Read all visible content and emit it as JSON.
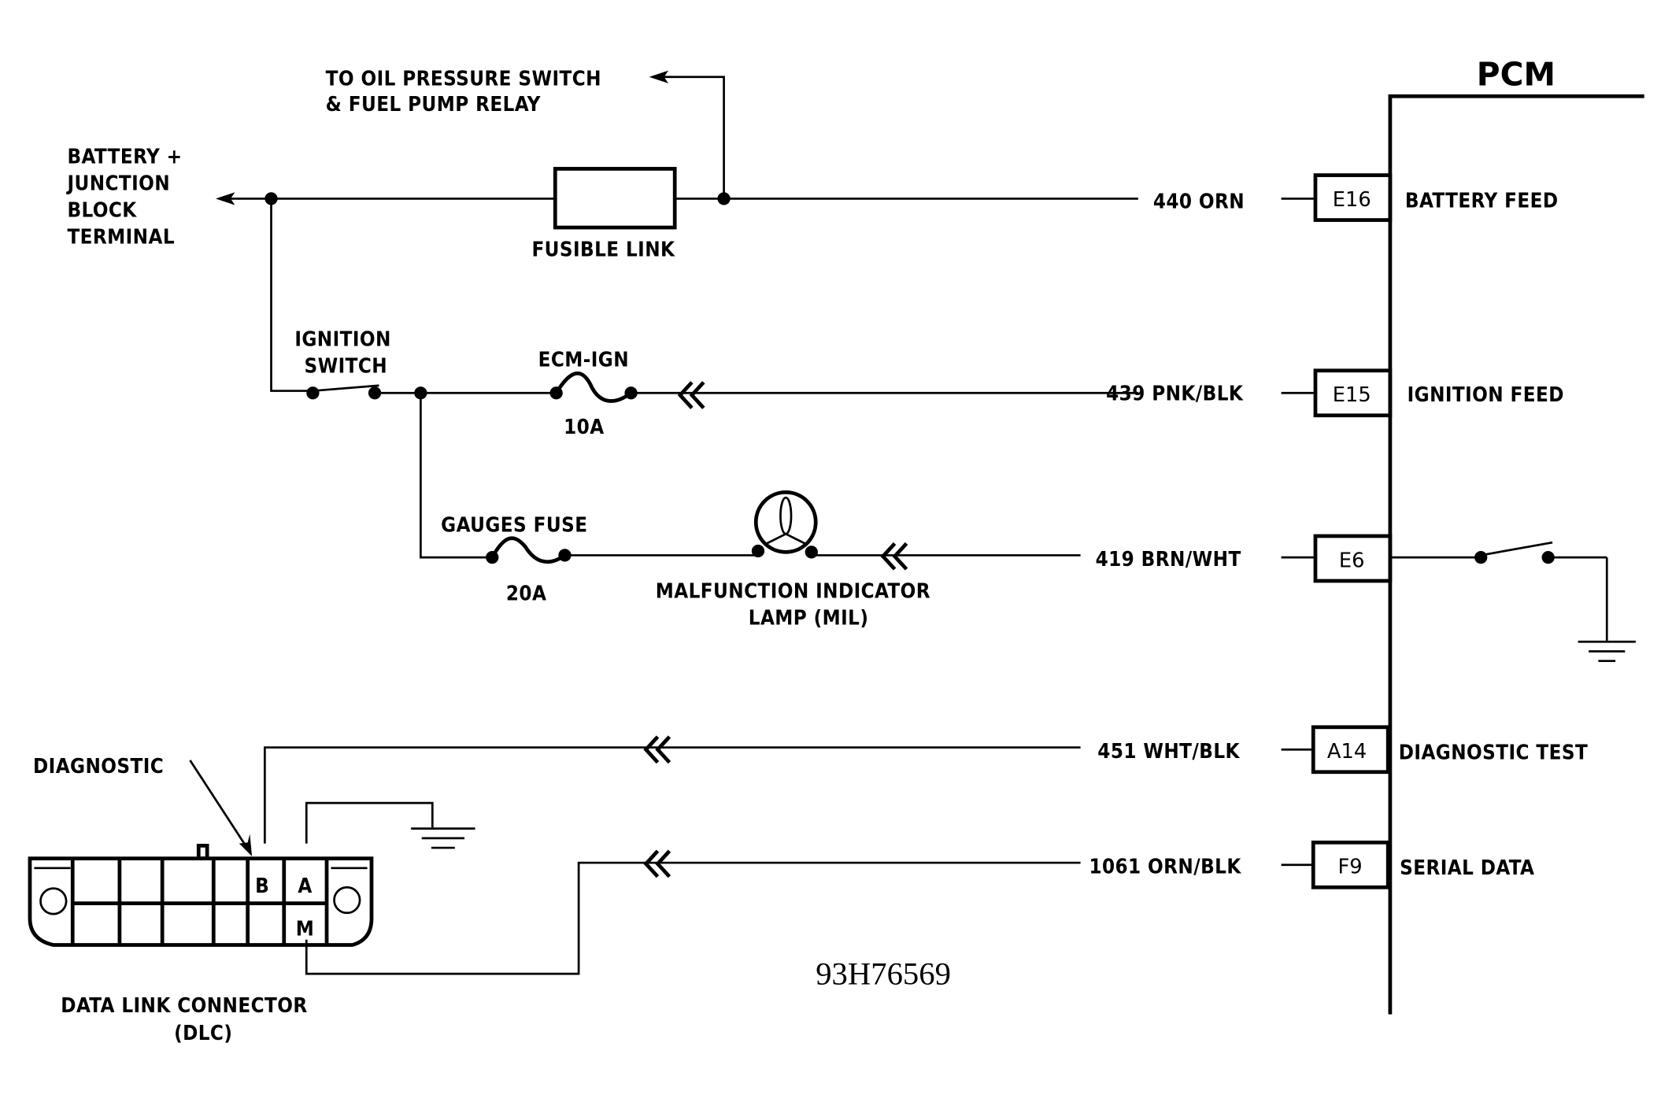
{
  "diagram": {
    "figure_id": "93H76569",
    "module": {
      "name": "PCM",
      "pins": [
        {
          "pin": "E16",
          "wire": "440 ORN",
          "function": "BATTERY FEED"
        },
        {
          "pin": "E15",
          "wire": "439 PNK/BLK",
          "function": "IGNITION FEED"
        },
        {
          "pin": "E6",
          "wire": "419 BRN/WHT",
          "function": ""
        },
        {
          "pin": "A14",
          "wire": "451 WHT/BLK",
          "function": "DIAGNOSTIC TEST"
        },
        {
          "pin": "F9",
          "wire": "1061 ORN/BLK",
          "function": "SERIAL DATA"
        }
      ]
    },
    "labels": {
      "oil_pressure_line1": "TO OIL PRESSURE SWITCH",
      "oil_pressure_line2": "& FUEL PUMP RELAY",
      "battery_line1": "BATTERY +",
      "battery_line2": "JUNCTION",
      "battery_line3": "BLOCK",
      "battery_line4": "TERMINAL",
      "fusible_link": "FUSIBLE LINK",
      "ignition_switch_line1": "IGNITION",
      "ignition_switch_line2": "SWITCH",
      "ecm_ign_fuse": "ECM-IGN",
      "ecm_ign_rating": "10A",
      "gauges_fuse": "GAUGES FUSE",
      "gauges_rating": "20A",
      "mil_line1": "MALFUNCTION INDICATOR",
      "mil_line2": "LAMP (MIL)",
      "diagnostic": "DIAGNOSTIC",
      "dlc_line1": "DATA LINK CONNECTOR",
      "dlc_line2": "(DLC)"
    },
    "dlc_terminals": [
      "B",
      "A",
      "M"
    ]
  }
}
